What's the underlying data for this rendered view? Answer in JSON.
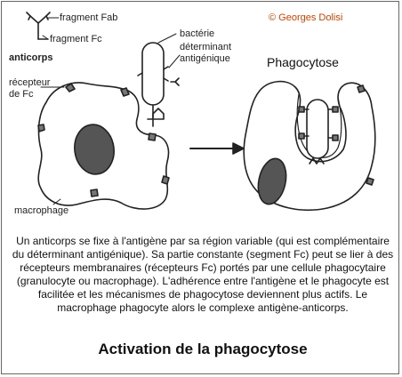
{
  "labels": {
    "fab": "fragment Fab",
    "fc": "fragment Fc",
    "anticorps": "anticorps",
    "bacterie": "bactérie",
    "determinant_line1": "déterminant",
    "determinant_line2": "antigénique",
    "recepteur_line1": "récepteur",
    "recepteur_line2": "de Fc",
    "macrophage": "macrophage"
  },
  "copyright": "© Georges Dolisi",
  "phagocytose_label": "Phagocytose",
  "caption": "Un anticorps se fixe à l'antigène par sa région variable (qui est complémentaire du déterminant antigénique). Sa partie constante (segment Fc) peut se lier à des récepteurs membranaires (récepteurs Fc) portés par une cellule phagocytaire (granulocyte ou macrophage). L'adhérence entre l'antigène et le phagocyte est facilitée et les mécanismes de phagocytose deviennent plus actifs. Le macrophage phagocyte alors le complexe antigène-anticorps.",
  "title": "Activation de la phagocytose",
  "colors": {
    "copyright": "#cc4400",
    "nucleus": "#555555",
    "outline": "#222222",
    "frame": "#666666"
  }
}
